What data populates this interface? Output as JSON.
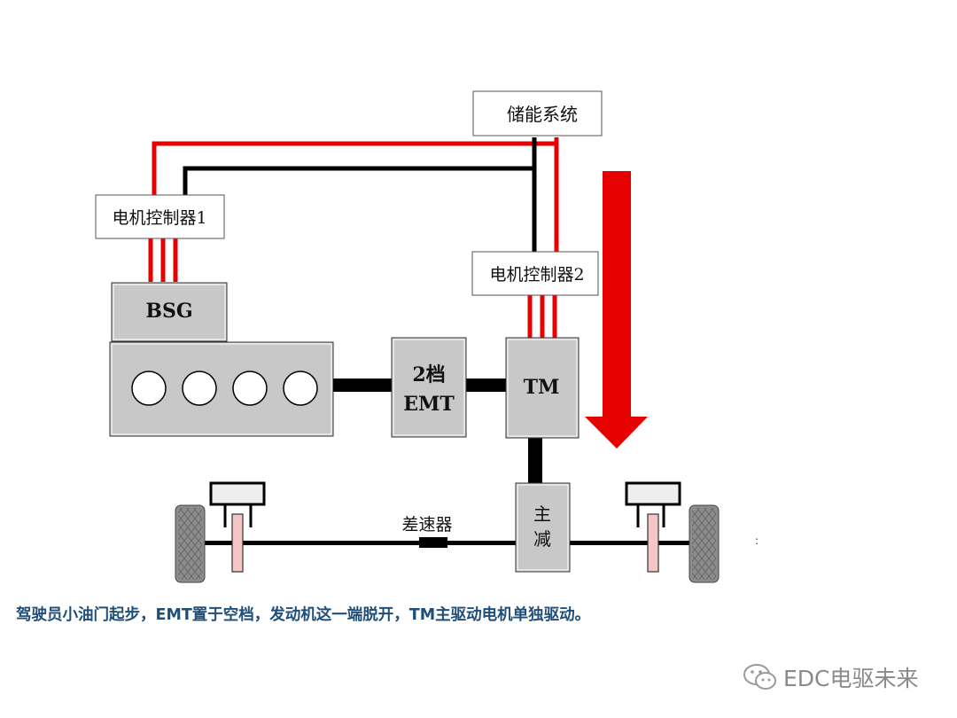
{
  "labels": {
    "storage": "储能系统",
    "controller1": "电机控制器1",
    "controller2": "电机控制器2",
    "bsg": "BSG",
    "emt_line1": "2档",
    "emt_line2": "EMT",
    "tm": "TM",
    "final_drive_line1": "主",
    "final_drive_line2": "减",
    "differential": "差速器"
  },
  "caption": "驾驶员小油门起步，EMT置于空档，发动机这一端脱开，TM主驱动电机单独驱动。",
  "stray_mark": ":",
  "watermark": "EDC电驱未来",
  "colors": {
    "high_voltage_line": "#e60000",
    "signal_line": "#000000",
    "component_fill": "#c8c8c8",
    "power_flow_arrow": "#e60000",
    "caption_text": "#1f4e79"
  }
}
